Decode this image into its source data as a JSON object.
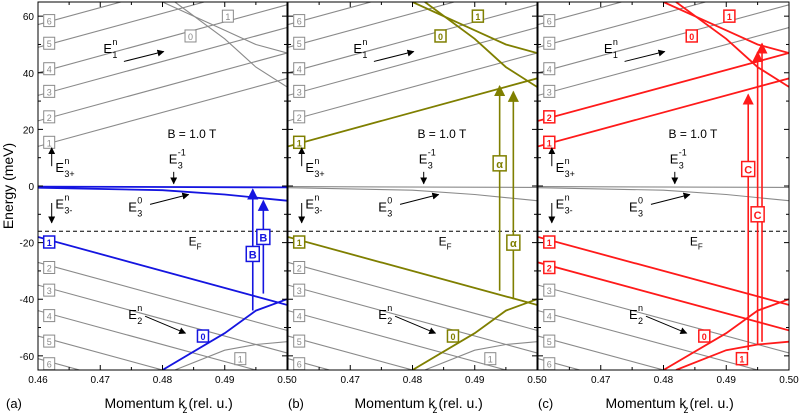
{
  "colors": {
    "grey": "#8a8a8a",
    "panel_a": "#1515e0",
    "panel_b": "#7f7f00",
    "panel_c": "#ff1a1a",
    "axis": "#000000"
  },
  "chart_data": {
    "type": "line",
    "shared": {
      "xlim": [
        0.46,
        0.5
      ],
      "ylim": [
        -65,
        65
      ],
      "xticks": [
        "0.46",
        "0.47",
        "0.48",
        "0.49",
        "0.50"
      ],
      "yticks": [
        "-60",
        "-40",
        "-20",
        "0",
        "20",
        "40",
        "60"
      ],
      "ylabel": "Energy (meV)",
      "xlabel_main": "Momentum k",
      "xlabel_sub": "z",
      "xlabel_rest": " (rel. u.)",
      "field_label": "B = 1.0 T",
      "ef_label": "E",
      "ef_sub": "F",
      "fermi_level_meV": -16
    },
    "annotations": {
      "E1": {
        "base": "E",
        "sub": "1",
        "sup": "n"
      },
      "E2": {
        "base": "E",
        "sub": "2",
        "sup": "n"
      },
      "E3plus": {
        "base": "E",
        "sub": "3+",
        "sup": "n"
      },
      "E3minus": {
        "base": "E",
        "sub": "3-",
        "sup": "n"
      },
      "E3m1": {
        "base": "E",
        "sub": "3",
        "sup": "-1"
      },
      "E3zero": {
        "base": "E",
        "sub": "3",
        "sup": "0"
      }
    },
    "level_labels": {
      "upper": [
        "1",
        "2",
        "3",
        "4",
        "5",
        "6"
      ],
      "lower": [
        "1",
        "2",
        "3",
        "4",
        "5",
        "6"
      ],
      "E1_zero": "0",
      "E1_one": "1",
      "E2_zero": "0",
      "E2_one": "1"
    },
    "landau_levels": {
      "E3_minus_1": [
        [
          0.46,
          -0.2
        ],
        [
          0.5,
          -0.5
        ]
      ],
      "E3_zero": [
        [
          0.46,
          -0.6
        ],
        [
          0.48,
          -1.5
        ],
        [
          0.49,
          -3
        ],
        [
          0.5,
          -5.2
        ]
      ],
      "upper_fan": [
        {
          "name": "1",
          "points": [
            [
              0.46,
              14
            ],
            [
              0.5,
              38
            ]
          ]
        },
        {
          "name": "2",
          "points": [
            [
              0.46,
              23
            ],
            [
              0.5,
              47
            ]
          ]
        },
        {
          "name": "3",
          "points": [
            [
              0.46,
              32
            ],
            [
              0.5,
              56
            ]
          ]
        },
        {
          "name": "4",
          "points": [
            [
              0.46,
              40
            ],
            [
              0.5,
              64
            ]
          ]
        },
        {
          "name": "5",
          "points": [
            [
              0.46,
              49
            ],
            [
              0.5,
              73
            ]
          ]
        },
        {
          "name": "6",
          "points": [
            [
              0.46,
              57
            ],
            [
              0.5,
              81
            ]
          ]
        }
      ],
      "lower_fan": [
        {
          "name": "1",
          "points": [
            [
              0.46,
              -18
            ],
            [
              0.5,
              -42
            ]
          ]
        },
        {
          "name": "2",
          "points": [
            [
              0.46,
              -27
            ],
            [
              0.5,
              -51
            ]
          ]
        },
        {
          "name": "3",
          "points": [
            [
              0.46,
              -35
            ],
            [
              0.5,
              -59
            ]
          ]
        },
        {
          "name": "4",
          "points": [
            [
              0.46,
              -44
            ],
            [
              0.5,
              -68
            ]
          ]
        },
        {
          "name": "5",
          "points": [
            [
              0.46,
              -53
            ],
            [
              0.5,
              -77
            ]
          ]
        },
        {
          "name": "6",
          "points": [
            [
              0.46,
              -61
            ],
            [
              0.5,
              -85
            ]
          ]
        }
      ],
      "E1_0": [
        [
          0.48,
          65
        ],
        [
          0.49,
          55
        ],
        [
          0.495,
          50
        ],
        [
          0.5,
          47
        ]
      ],
      "E1_1": [
        [
          0.482,
          65
        ],
        [
          0.49,
          52
        ],
        [
          0.495,
          42
        ],
        [
          0.5,
          35
        ]
      ],
      "E2_0": [
        [
          0.48,
          -65
        ],
        [
          0.49,
          -52
        ],
        [
          0.495,
          -44
        ],
        [
          0.5,
          -40
        ]
      ],
      "E2_1": [
        [
          0.482,
          -65
        ],
        [
          0.49,
          -58
        ],
        [
          0.495,
          -56
        ],
        [
          0.5,
          -55
        ]
      ]
    },
    "panels": [
      {
        "tag": "(a)",
        "highlight": [
          "lower_1",
          "E3_minus_1",
          "E3_zero",
          "E2_0"
        ],
        "transitions": [
          {
            "label": "B",
            "x": 0.4945,
            "from": -44,
            "to": -0.5,
            "label_at": -24
          },
          {
            "label": "B",
            "x": 0.4962,
            "from": -38,
            "to": -4.5,
            "label_at": -18
          }
        ]
      },
      {
        "tag": "(b)",
        "highlight": [
          "upper_1",
          "lower_1",
          "E1_0",
          "E1_1",
          "E2_0"
        ],
        "transitions": [
          {
            "label": "α",
            "x": 0.494,
            "from": -37,
            "to": 36,
            "label_at": 8
          },
          {
            "label": "α",
            "x": 0.4962,
            "from": -40,
            "to": 34,
            "label_at": -20
          }
        ]
      },
      {
        "tag": "(c)",
        "highlight": [
          "upper_1",
          "upper_2",
          "lower_1",
          "lower_2",
          "E1_0",
          "E1_1",
          "E2_0",
          "E2_1"
        ],
        "transitions": [
          {
            "label": "C",
            "x": 0.4935,
            "from": -58,
            "to": 33,
            "label_at": 6
          },
          {
            "label": "C",
            "x": 0.495,
            "from": -56,
            "to": 48,
            "label_at": -10
          },
          {
            "label": "C",
            "x": 0.4957,
            "from": -55,
            "to": 51,
            "label_at": -10
          }
        ]
      }
    ]
  }
}
